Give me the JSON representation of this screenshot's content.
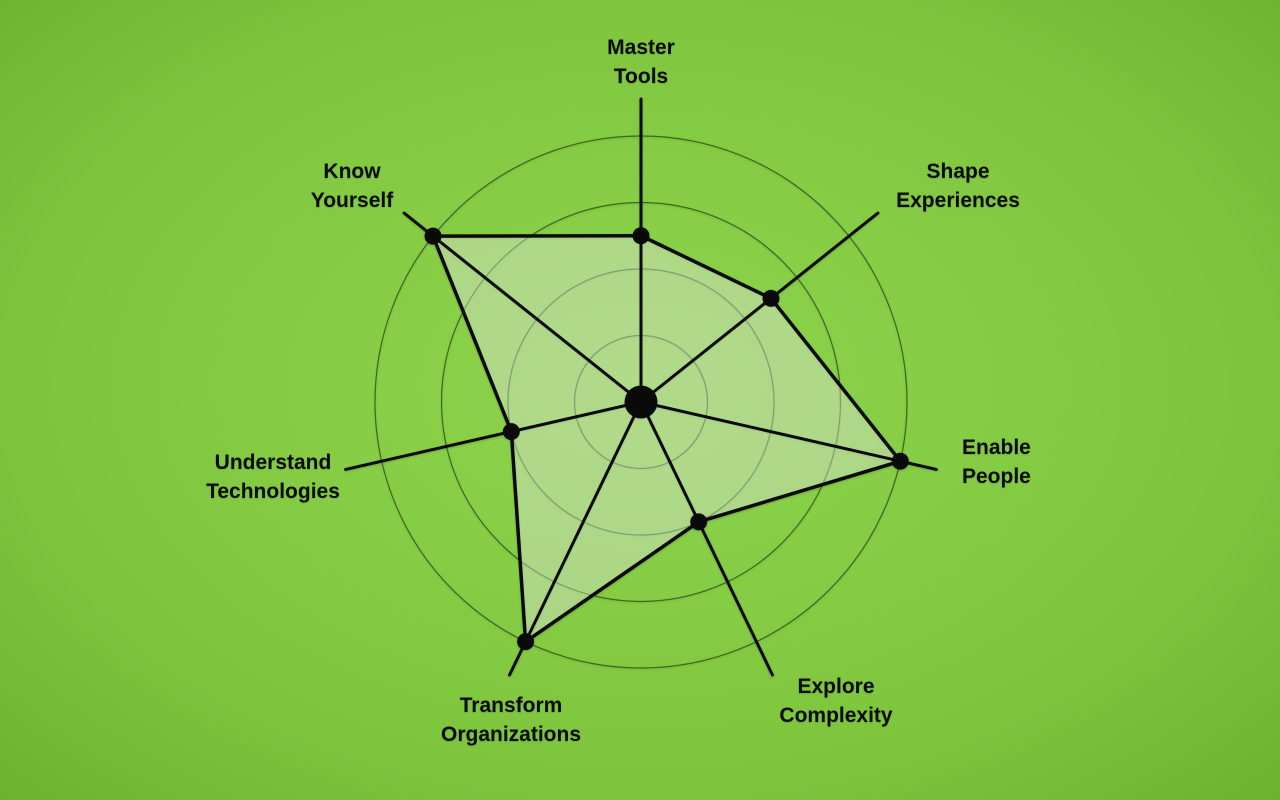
{
  "chart_data": {
    "type": "radar",
    "title": "",
    "axes": [
      {
        "label": "Master Tools",
        "lines": [
          "Master",
          "Tools"
        ],
        "value": 2.5
      },
      {
        "label": "Shape Experiences",
        "lines": [
          "Shape",
          "Experiences"
        ],
        "value": 2.5
      },
      {
        "label": "Enable People",
        "lines": [
          "Enable",
          "People"
        ],
        "value": 4
      },
      {
        "label": "Explore Complexity",
        "lines": [
          "Explore",
          "Complexity"
        ],
        "value": 2
      },
      {
        "label": "Transform Organizations",
        "lines": [
          "Transform",
          "Organizations"
        ],
        "value": 4
      },
      {
        "label": "Understand Technologies",
        "lines": [
          "Understand",
          "Technologies"
        ],
        "value": 2
      },
      {
        "label": "Know Yourself",
        "lines": [
          "Know",
          "Yourself"
        ],
        "value": 4
      }
    ],
    "scale": {
      "min": 0,
      "max": 4,
      "rings": 4,
      "grid": true,
      "legend": "none"
    },
    "colors": {
      "background_center": "#8ed44e",
      "background_edge": "#6db22f",
      "line_color": "#0a0a0a",
      "ring_color": "#1a330d",
      "polygon_fill": "rgba(255,255,255,0.36)"
    }
  }
}
